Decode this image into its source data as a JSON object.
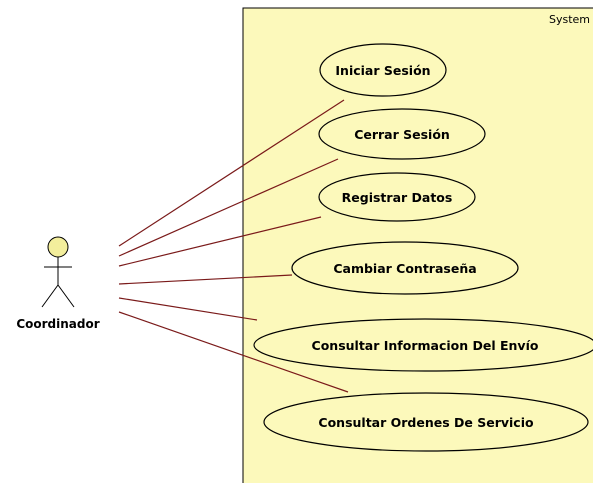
{
  "system": {
    "label": "System"
  },
  "actor": {
    "name": "Coordinador"
  },
  "use_cases": [
    {
      "label": "Iniciar Sesión"
    },
    {
      "label": "Cerrar Sesión"
    },
    {
      "label": "Registrar Datos"
    },
    {
      "label": "Cambiar Contraseña"
    },
    {
      "label": "Consultar Informacion Del Envío"
    },
    {
      "label": "Consultar Ordenes De Servicio"
    }
  ],
  "colors": {
    "boundary_fill": "#fcf9bb",
    "use_case_fill": "#fcf9bb",
    "line_color": "#7a1a1a",
    "actor_head_fill": "#f3ee9c",
    "outline": "#000000"
  }
}
